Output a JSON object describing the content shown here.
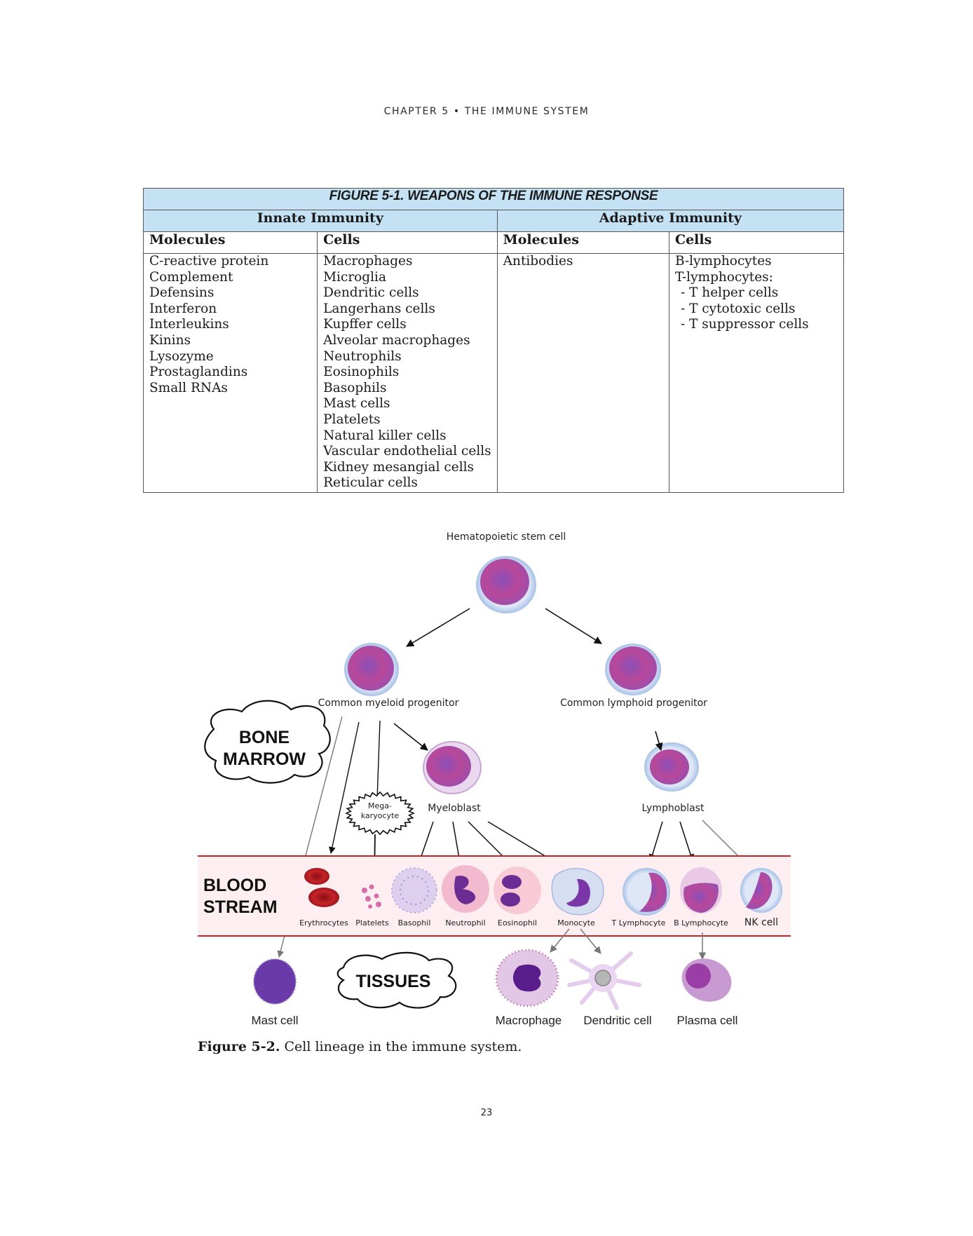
{
  "running_head": "CHAPTER 5 • THE IMMUNE SYSTEM",
  "table": {
    "title": "FIGURE 5-1. WEAPONS OF THE IMMUNE RESPONSE",
    "groups": [
      "Innate Immunity",
      "Adaptive Immunity"
    ],
    "column_headers": [
      "Molecules",
      "Cells",
      "Molecules",
      "Cells"
    ],
    "innate_molecules": [
      "C-reactive protein",
      "Complement",
      "Defensins",
      "Interferon",
      "Interleukins",
      "Kinins",
      "Lysozyme",
      "Prostaglandins",
      "Small RNAs"
    ],
    "innate_cells": [
      "Macrophages",
      "Microglia",
      "Dendritic cells",
      "Langerhans cells",
      "Kupffer cells",
      "Alveolar macrophages",
      "Neutrophils",
      "Eosinophils",
      "Basophils",
      "Mast cells",
      "Platelets",
      "Natural killer cells",
      "Vascular endothelial cells",
      "Kidney mesangial cells",
      "Reticular cells"
    ],
    "adaptive_molecules": [
      "Antibodies"
    ],
    "adaptive_cells": [
      "B-lymphocytes",
      "T-lymphocytes:",
      "- T helper cells",
      "- T cytotoxic cells",
      "- T suppressor cells"
    ]
  },
  "diagram": {
    "stem_cell": "Hematopoietic stem cell",
    "myeloid_progenitor": "Common myeloid progenitor",
    "lymphoid_progenitor": "Common lymphoid progenitor",
    "myeloblast": "Myeloblast",
    "lymphoblast": "Lymphoblast",
    "megakaryocyte": [
      "Mega-",
      "karyocyte"
    ],
    "zones": {
      "bone_marrow": [
        "BONE",
        "MARROW"
      ],
      "blood_stream": [
        "BLOOD",
        "STREAM"
      ],
      "tissues": "TISSUES"
    },
    "blood_cells": [
      "Erythrocytes",
      "Platelets",
      "Basophil",
      "Neutrophil",
      "Eosinophil",
      "Monocyte",
      "T Lymphocyte",
      "B Lymphocyte",
      "NK cell"
    ],
    "tissue_cells": [
      "Mast cell",
      "Macrophage",
      "Dendritic cell",
      "Plasma cell"
    ],
    "colors": {
      "blood_band": "#fdeef2",
      "blood_border": "#b02a2a",
      "bubble_fill": "#ffffff"
    }
  },
  "caption": {
    "label": "Figure 5-2.",
    "text": " Cell lineage in the immune system."
  },
  "page_number": "23"
}
